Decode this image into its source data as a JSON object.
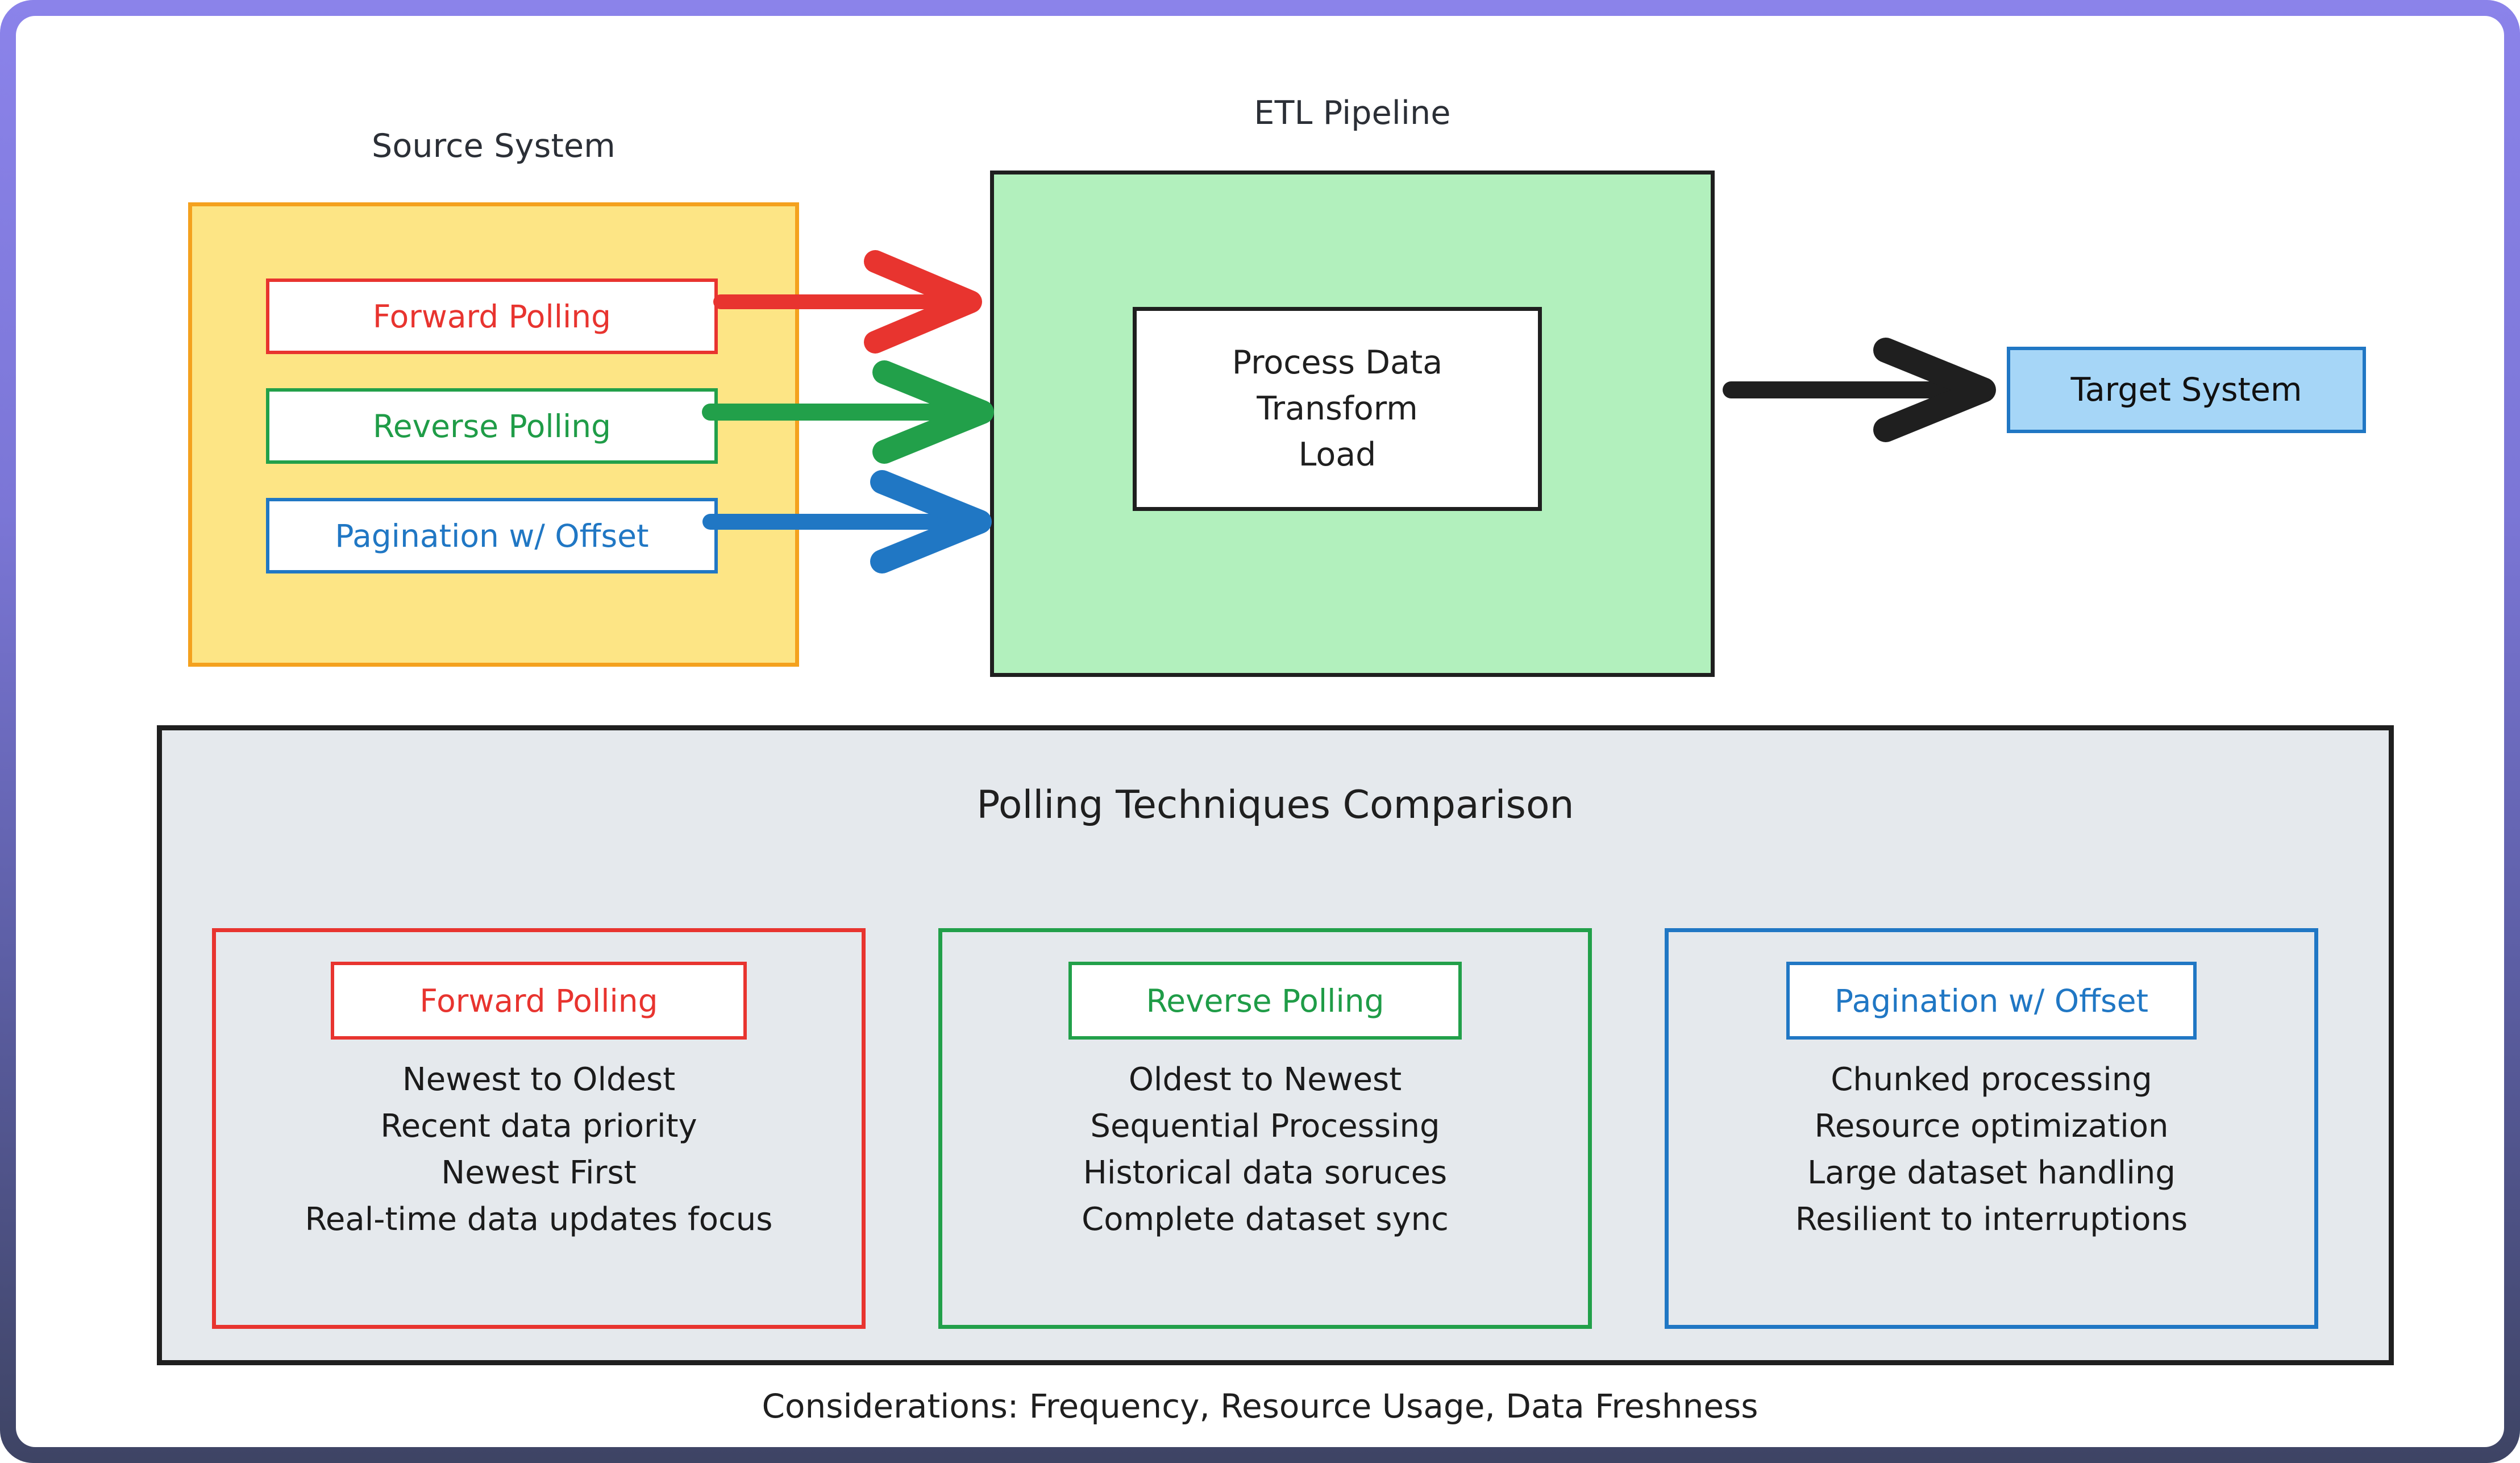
{
  "diagram": {
    "source": {
      "caption": "Source System",
      "fill_color": "#FDE585",
      "border_color": "#F4A11E",
      "chips": [
        {
          "label": "Forward Polling",
          "color": "#E8342F"
        },
        {
          "label": "Reverse Polling",
          "color": "#1F9C47"
        },
        {
          "label": "Pagination w/ Offset",
          "color": "#2077C4"
        }
      ]
    },
    "etl": {
      "caption": "ETL Pipeline",
      "fill_color": "#B2F0BD",
      "border_color": "#1F1F1F",
      "steps": [
        "Process Data",
        "Transform",
        "Load"
      ]
    },
    "target": {
      "label": "Target System",
      "fill_color": "#A6D6F7",
      "border_color": "#2077C4"
    },
    "arrows": [
      {
        "name": "forward-polling-arrow",
        "color": "#E8342F"
      },
      {
        "name": "reverse-polling-arrow",
        "color": "#22A04A"
      },
      {
        "name": "pagination-offset-arrow",
        "color": "#2077C4"
      },
      {
        "name": "etl-to-target-arrow",
        "color": "#1F1F1F"
      }
    ]
  },
  "comparison": {
    "title": "Polling Techniques Comparison",
    "panel_fill": "#E5E9ED",
    "panel_border": "#1F1F1F",
    "columns": [
      {
        "header": "Forward Polling",
        "color": "#E8342F",
        "items": [
          "Newest to Oldest",
          "Recent data priority",
          "Newest First",
          "Real-time data updates focus"
        ]
      },
      {
        "header": "Reverse Polling",
        "color": "#1F9C47",
        "items": [
          "Oldest to Newest",
          "Sequential Processing",
          "Historical data soruces",
          "Complete dataset sync"
        ]
      },
      {
        "header": "Pagination w/ Offset",
        "color": "#2077C4",
        "items": [
          "Chunked processing",
          "Resource optimization",
          "Large dataset handling",
          "Resilient to interruptions"
        ]
      }
    ]
  },
  "footer": {
    "note": "Considerations: Frequency, Resource Usage, Data Freshness"
  },
  "frame": {
    "gradient_top": "#8B83EA",
    "gradient_bottom": "#3E4464"
  }
}
